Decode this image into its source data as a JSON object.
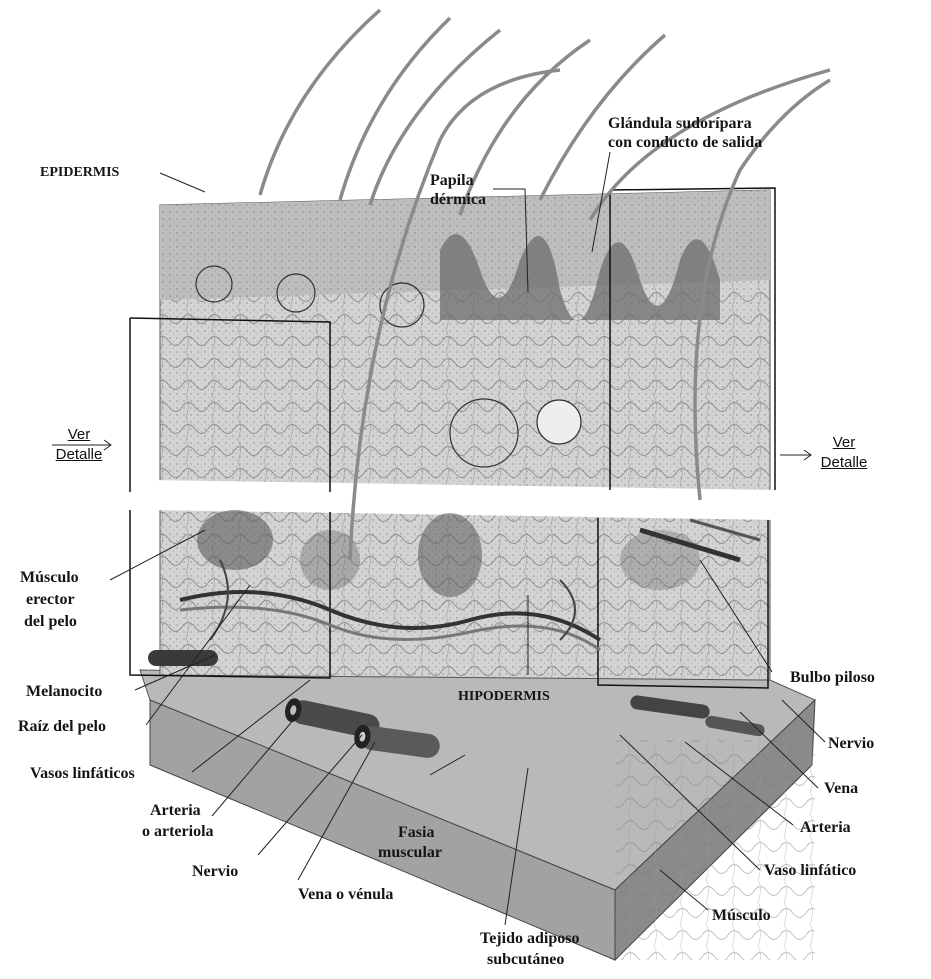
{
  "labels": {
    "epidermis": "EPIDERMIS",
    "papila_1": "Papila",
    "papila_2": "dérmica",
    "glandula_1": "Glándula sudorípara",
    "glandula_2": "con conducto de salida",
    "ver_detalle_left_1": "Ver",
    "ver_detalle_left_2": "Detalle",
    "ver_detalle_right_1": "Ver",
    "ver_detalle_right_2": "Detalle",
    "musculo_erector_1": "Músculo",
    "musculo_erector_2": "erector",
    "musculo_erector_3": "del pelo",
    "melanocito": "Melanocito",
    "raiz_pelo": "Raíz del pelo",
    "vasos_linfaticos": "Vasos linfáticos",
    "arteria_arteriola_1": "Arteria",
    "arteria_arteriola_2": "o arteriola",
    "nervio_left": "Nervio",
    "vena_venula": "Vena o vénula",
    "fasia_1": "Fasia",
    "fasia_2": "muscular",
    "tejido_1": "Tejido adiposo",
    "tejido_2": "subcutáneo",
    "hipodermis": "HIPODERMIS",
    "bulbo_piloso": "Bulbo piloso",
    "nervio_right": "Nervio",
    "vena": "Vena",
    "arteria": "Arteria",
    "vaso_linfatico": "Vaso linfático",
    "musculo": "Músculo"
  }
}
